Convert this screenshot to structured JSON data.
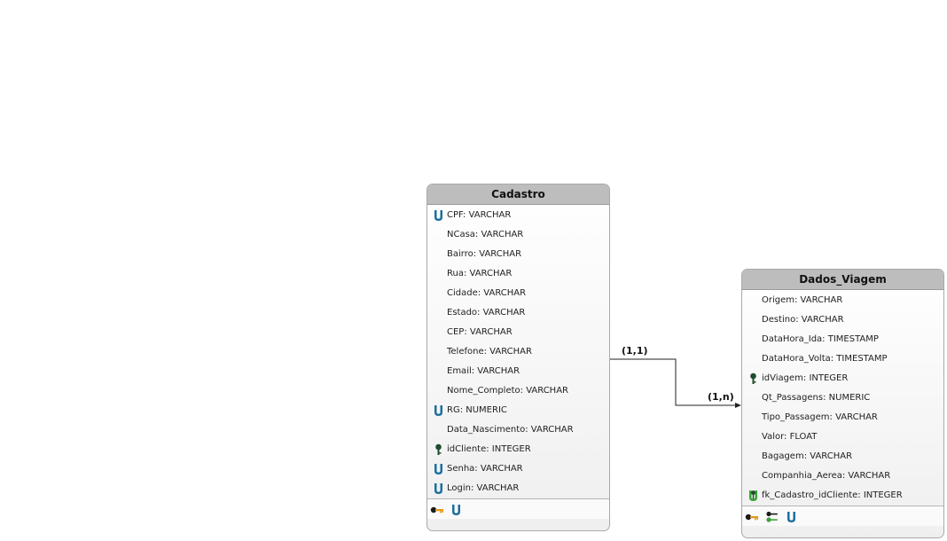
{
  "entities": {
    "cadastro": {
      "title": "Cadastro",
      "attributes": [
        {
          "label": "CPF: VARCHAR",
          "icon": "unique-icon"
        },
        {
          "label": "NCasa: VARCHAR",
          "icon": ""
        },
        {
          "label": "Bairro: VARCHAR",
          "icon": ""
        },
        {
          "label": "Rua: VARCHAR",
          "icon": ""
        },
        {
          "label": "Cidade: VARCHAR",
          "icon": ""
        },
        {
          "label": "Estado: VARCHAR",
          "icon": ""
        },
        {
          "label": "CEP: VARCHAR",
          "icon": ""
        },
        {
          "label": "Telefone: VARCHAR",
          "icon": ""
        },
        {
          "label": "Email: VARCHAR",
          "icon": ""
        },
        {
          "label": "Nome_Completo: VARCHAR",
          "icon": ""
        },
        {
          "label": "RG: NUMERIC",
          "icon": "unique-icon"
        },
        {
          "label": "Data_Nascimento: VARCHAR",
          "icon": ""
        },
        {
          "label": "idCliente: INTEGER",
          "icon": "primary-key-icon"
        },
        {
          "label": "Senha: VARCHAR",
          "icon": "unique-icon"
        },
        {
          "label": "Login: VARCHAR",
          "icon": "unique-icon"
        }
      ],
      "footer_icons": [
        "key-icon",
        "unique-icon"
      ]
    },
    "dados_viagem": {
      "title": "Dados_Viagem",
      "attributes": [
        {
          "label": "Origem: VARCHAR",
          "icon": ""
        },
        {
          "label": "Destino: VARCHAR",
          "icon": ""
        },
        {
          "label": "DataHora_Ida: TIMESTAMP",
          "icon": ""
        },
        {
          "label": "DataHora_Volta: TIMESTAMP",
          "icon": ""
        },
        {
          "label": "idViagem: INTEGER",
          "icon": "primary-key-icon"
        },
        {
          "label": "Qt_Passagens: NUMERIC",
          "icon": ""
        },
        {
          "label": "Tipo_Passagem: VARCHAR",
          "icon": ""
        },
        {
          "label": "Valor: FLOAT",
          "icon": ""
        },
        {
          "label": "Bagagem: VARCHAR",
          "icon": ""
        },
        {
          "label": "Companhia_Aerea: VARCHAR",
          "icon": ""
        },
        {
          "label": "fk_Cadastro_idCliente: INTEGER",
          "icon": "foreign-unique-icon"
        }
      ],
      "footer_icons": [
        "key-icon",
        "foreign-key-icon",
        "unique-icon"
      ]
    }
  },
  "relationship": {
    "from_cardinality": "(1,1)",
    "to_cardinality": "(1,n)"
  },
  "colors": {
    "header": "#bdbdbd",
    "unique": "#1b6f9e",
    "primary_key": "#1e4d2b",
    "key_orange": "#e39a1a",
    "foreign_green": "#3aa23a"
  }
}
